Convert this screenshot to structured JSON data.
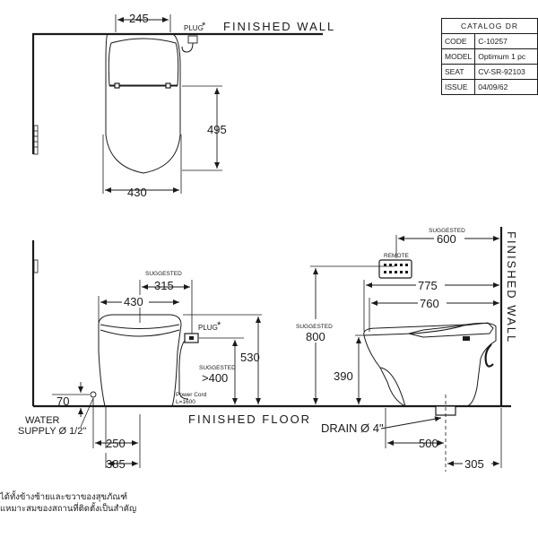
{
  "catalog": {
    "title": "CATALOG DR",
    "rows": [
      {
        "key": "CODE",
        "value": "C-10257"
      },
      {
        "key": "MODEL",
        "value": "Optimum 1 pc"
      },
      {
        "key": "SEAT",
        "value": "CV-SR-92103"
      },
      {
        "key": "ISSUE",
        "value": "04/09/62"
      }
    ]
  },
  "top_view": {
    "finished_wall": "FINISHED WALL",
    "plug": "PLUG",
    "plug_mark": "*",
    "dim_width_tank": "245",
    "dim_depth": "495",
    "dim_width_bowl": "430"
  },
  "front_view": {
    "suggested_label": "SUGGESTED",
    "dim_suggested_315": "315",
    "dim_width": "430",
    "plug": "PLUG",
    "plug_mark": "*",
    "suggested_plug_label": "SUGGESTED",
    "dim_plug_height": ">400",
    "power_cord": "Power Cord",
    "power_cord_length": "L=1600",
    "dim_height": "530",
    "dim_supply_height": "70",
    "water_supply": "WATER",
    "water_supply_size": "SUPPLY Ø 1/2\"",
    "finished_floor": "FINISHED FLOOR",
    "dim_supply_offset": "250",
    "dim_centerline": "385"
  },
  "side_view": {
    "suggested_label": "SUGGESTED",
    "dim_remote": "600",
    "remote_label": "REMOTE",
    "finished_wall": "FINISHED WALL",
    "dim_775": "775",
    "dim_760": "760",
    "suggested_height_label": "SUGGESTED",
    "dim_suggested_800": "800",
    "dim_seat_height": "390",
    "drain": "DRAIN Ø 4\"",
    "dim_drain": "500",
    "dim_drain_wall": "305"
  },
  "notes": [
    "ได้ทั้งข้างซ้ายและขวาของสุขภัณฑ์",
    "แหมาะสมของสถานที่ติดตั้งเป็นสำคัญ"
  ]
}
